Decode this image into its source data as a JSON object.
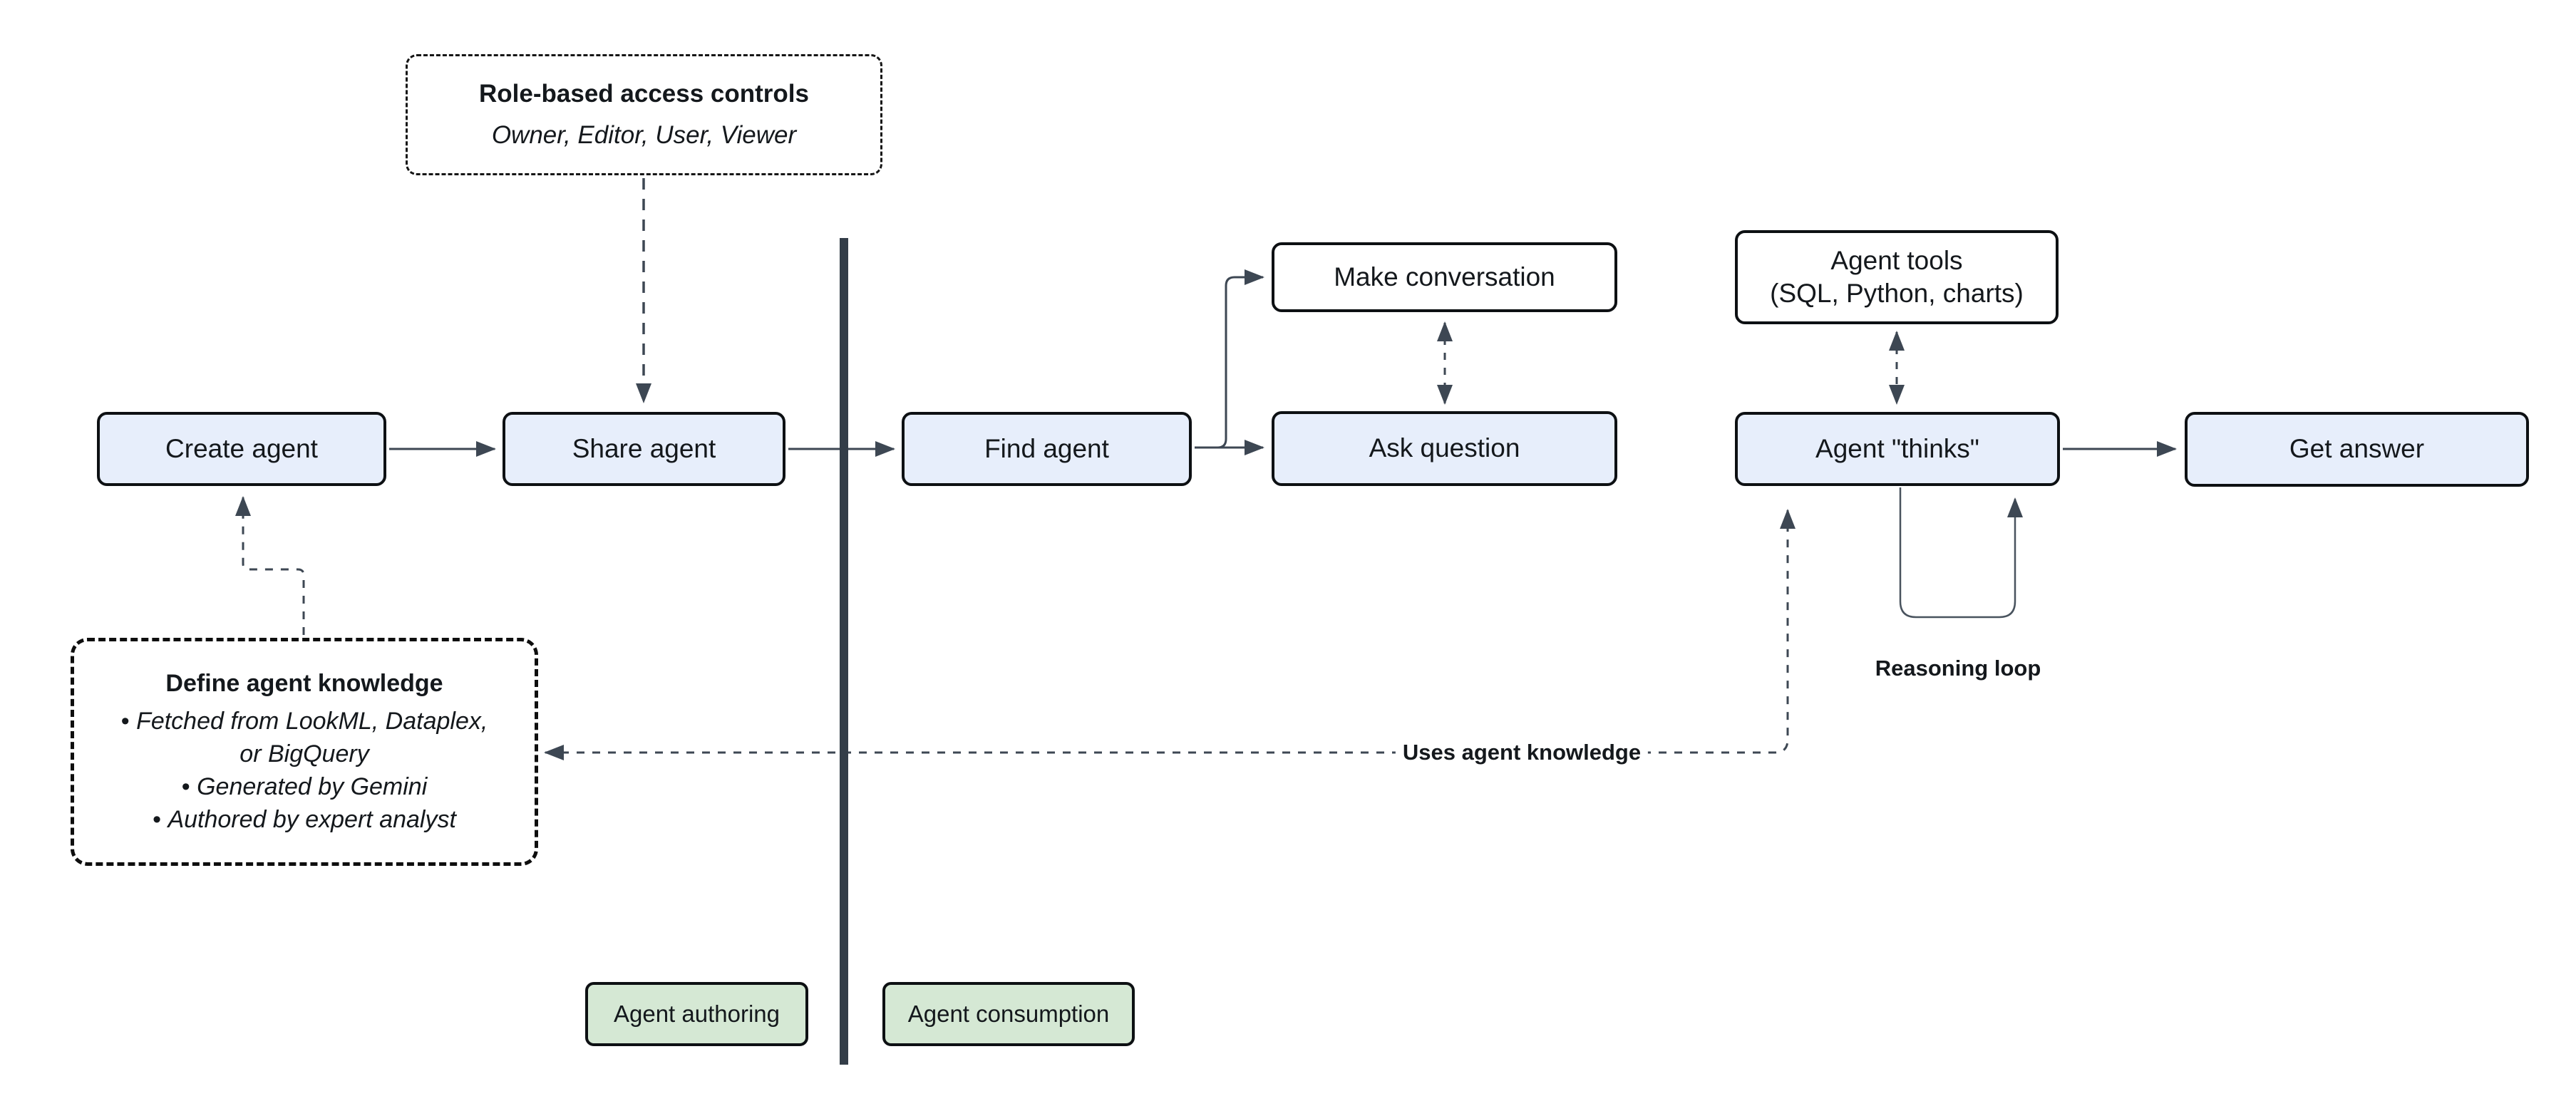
{
  "colors": {
    "line": "#3d4753",
    "divider": "#333d48",
    "node-border": "#0d1013",
    "node-fill-blue": "#e7eefb",
    "node-fill-white": "#ffffff",
    "node-fill-green": "#d5e8d4",
    "text": "#14181c",
    "bg": "#ffffff"
  },
  "nodes": {
    "create_agent": {
      "label": "Create agent"
    },
    "share_agent": {
      "label": "Share agent"
    },
    "find_agent": {
      "label": "Find agent"
    },
    "make_conversation": {
      "label": "Make conversation"
    },
    "ask_question": {
      "label": "Ask question"
    },
    "agent_tools": {
      "label_line1": "Agent tools",
      "label_line2": "(SQL, Python, charts)"
    },
    "agent_thinks": {
      "label": "Agent \"thinks\""
    },
    "get_answer": {
      "label": "Get answer"
    }
  },
  "annotations": {
    "role_access": {
      "title": "Role-based access controls",
      "subtitle": "Owner, Editor, User, Viewer"
    },
    "define_knowledge": {
      "title": "Define agent knowledge",
      "bullets": [
        "Fetched from LookML, Dataplex, or BigQuery",
        "Generated by Gemini",
        "Authored by expert analyst"
      ]
    },
    "uses_knowledge_label": "Uses agent knowledge",
    "reasoning_loop_label": "Reasoning loop"
  },
  "lanes": {
    "authoring": "Agent authoring",
    "consumption": "Agent consumption"
  }
}
